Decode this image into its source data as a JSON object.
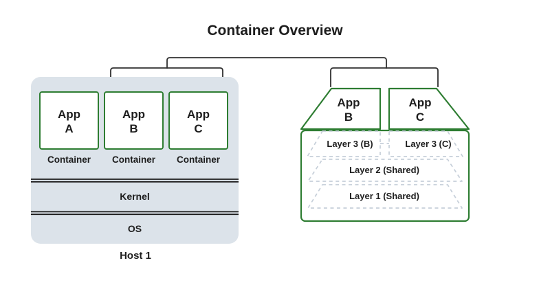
{
  "title": "Container Overview",
  "colors": {
    "accent_green": "#2e7d32",
    "host_fill": "#dce3ea",
    "dashed_layer": "#c6cfd9",
    "line": "#303030",
    "text": "#1d1d1d"
  },
  "host": {
    "label": "Host 1",
    "kernel_label": "Kernel",
    "os_label": "OS",
    "containers": [
      {
        "app_line1": "App",
        "app_line2": "A",
        "caption": "Container"
      },
      {
        "app_line1": "App",
        "app_line2": "B",
        "caption": "Container"
      },
      {
        "app_line1": "App",
        "app_line2": "C",
        "caption": "Container"
      }
    ]
  },
  "layered_view": {
    "apps": [
      {
        "line1": "App",
        "line2": "B"
      },
      {
        "line1": "App",
        "line2": "C"
      }
    ],
    "layers": [
      {
        "label": "Layer 3 (B)"
      },
      {
        "label": "Layer 3 (C)"
      },
      {
        "label": "Layer 2 (Shared)"
      },
      {
        "label": "Layer 1 (Shared)"
      }
    ]
  }
}
